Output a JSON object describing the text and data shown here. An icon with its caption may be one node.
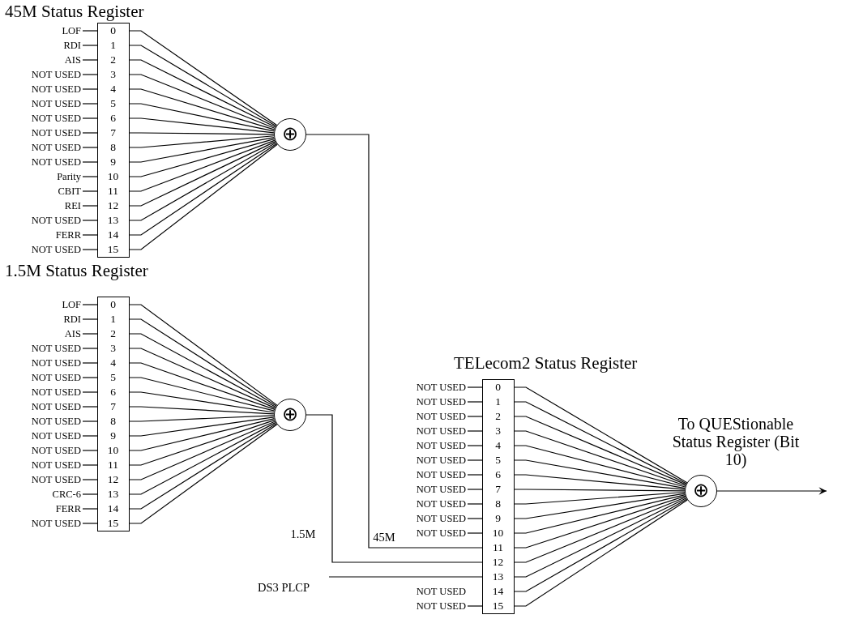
{
  "diagram": {
    "nodes": [
      {
        "text": [
          "45M Status Register"
        ]
      },
      {
        "text": [
          "0"
        ],
        "in": 0
      },
      {
        "text": [
          "1"
        ],
        "in": 0
      },
      {
        "text": [
          "2"
        ],
        "in": 0
      },
      {
        "text": [
          "3"
        ],
        "in": 0
      },
      {
        "text": [
          "4"
        ],
        "in": 0
      },
      {
        "text": [
          "5"
        ],
        "in": 0
      },
      {
        "text": [
          "6"
        ],
        "in": 0
      },
      {
        "text": [
          "7"
        ],
        "in": 0
      },
      {
        "text": [
          "8"
        ],
        "in": 0
      },
      {
        "text": [
          "9"
        ],
        "in": 0
      },
      {
        "text": [
          "10"
        ],
        "in": 0
      },
      {
        "text": [
          "11"
        ],
        "in": 0
      },
      {
        "text": [
          "12"
        ],
        "in": 0
      },
      {
        "text": [
          "13"
        ],
        "in": 0
      },
      {
        "text": [
          "14"
        ],
        "in": 0
      },
      {
        "text": [
          "15"
        ],
        "in": 0
      },
      {
        "text": [
          "LOF"
        ]
      },
      {
        "text": [
          "RDI"
        ]
      },
      {
        "text": [
          "AIS"
        ]
      },
      {
        "text": [
          "NOT USED"
        ]
      },
      {
        "text": [
          "NOT USED"
        ]
      },
      {
        "text": [
          "NOT USED"
        ]
      },
      {
        "text": [
          "NOT USED"
        ]
      },
      {
        "text": [
          "NOT USED"
        ]
      },
      {
        "text": [
          "NOT USED"
        ]
      },
      {
        "text": [
          "NOT USED"
        ]
      },
      {
        "text": [
          "Parity"
        ]
      },
      {
        "text": [
          "CBIT"
        ]
      },
      {
        "text": [
          "REI"
        ]
      },
      {
        "text": [
          "NOT USED"
        ]
      },
      {
        "text": [
          "FERR"
        ]
      },
      {
        "text": [
          "NOT USED"
        ]
      },
      {
        "text": [
          "⊕"
        ]
      },
      {
        "text": [
          "1.5M Status Register"
        ]
      },
      {
        "text": [
          "0"
        ],
        "in": 34
      },
      {
        "text": [
          "1"
        ],
        "in": 34
      },
      {
        "text": [
          "2"
        ],
        "in": 34
      },
      {
        "text": [
          "3"
        ],
        "in": 34
      },
      {
        "text": [
          "4"
        ],
        "in": 34
      },
      {
        "text": [
          "5"
        ],
        "in": 34
      },
      {
        "text": [
          "6"
        ],
        "in": 34
      },
      {
        "text": [
          "7"
        ],
        "in": 34
      },
      {
        "text": [
          "8"
        ],
        "in": 34
      },
      {
        "text": [
          "9"
        ],
        "in": 34
      },
      {
        "text": [
          "10"
        ],
        "in": 34
      },
      {
        "text": [
          "11"
        ],
        "in": 34
      },
      {
        "text": [
          "12"
        ],
        "in": 34
      },
      {
        "text": [
          "13"
        ],
        "in": 34
      },
      {
        "text": [
          "14"
        ],
        "in": 34
      },
      {
        "text": [
          "15"
        ],
        "in": 34
      },
      {
        "text": [
          "LOF"
        ]
      },
      {
        "text": [
          "RDI"
        ]
      },
      {
        "text": [
          "AIS"
        ]
      },
      {
        "text": [
          "NOT USED"
        ]
      },
      {
        "text": [
          "NOT USED"
        ]
      },
      {
        "text": [
          "NOT USED"
        ]
      },
      {
        "text": [
          "NOT USED"
        ]
      },
      {
        "text": [
          "NOT USED"
        ]
      },
      {
        "text": [
          "NOT USED"
        ]
      },
      {
        "text": [
          "NOT USED"
        ]
      },
      {
        "text": [
          "NOT USED"
        ]
      },
      {
        "text": [
          "NOT USED"
        ]
      },
      {
        "text": [
          "NOT USED"
        ]
      },
      {
        "text": [
          "CRC-6"
        ]
      },
      {
        "text": [
          "FERR"
        ]
      },
      {
        "text": [
          "NOT USED"
        ]
      },
      {
        "text": [
          "⊕"
        ]
      },
      {
        "text": [
          "TELecom2 Status Register"
        ]
      },
      {
        "text": [
          "0"
        ],
        "in": 68
      },
      {
        "text": [
          "1"
        ],
        "in": 68
      },
      {
        "text": [
          "2"
        ],
        "in": 68
      },
      {
        "text": [
          "3"
        ],
        "in": 68
      },
      {
        "text": [
          "4"
        ],
        "in": 68
      },
      {
        "text": [
          "5"
        ],
        "in": 68
      },
      {
        "text": [
          "6"
        ],
        "in": 68
      },
      {
        "text": [
          "7"
        ],
        "in": 68
      },
      {
        "text": [
          "8"
        ],
        "in": 68
      },
      {
        "text": [
          "9"
        ],
        "in": 68
      },
      {
        "text": [
          "10"
        ],
        "in": 68
      },
      {
        "text": [
          "11"
        ],
        "in": 68
      },
      {
        "text": [
          "12"
        ],
        "in": 68
      },
      {
        "text": [
          "13"
        ],
        "in": 68
      },
      {
        "text": [
          "14"
        ],
        "in": 68
      },
      {
        "text": [
          "15"
        ],
        "in": 68
      },
      {
        "text": [
          "NOT USED"
        ]
      },
      {
        "text": [
          "NOT USED"
        ]
      },
      {
        "text": [
          "NOT USED"
        ]
      },
      {
        "text": [
          "NOT USED"
        ]
      },
      {
        "text": [
          "NOT USED"
        ]
      },
      {
        "text": [
          "NOT USED"
        ]
      },
      {
        "text": [
          "NOT USED"
        ]
      },
      {
        "text": [
          "NOT USED"
        ]
      },
      {
        "text": [
          "NOT USED"
        ]
      },
      {
        "text": [
          "NOT USED"
        ]
      },
      {
        "text": [
          "NOT USED"
        ]
      },
      {
        "text": [
          "NOT USED"
        ]
      },
      {
        "text": [
          "DS3 PLCP"
        ]
      },
      {
        "text": [
          "⊕"
        ]
      }
    ],
    "edges": [
      {
        "from": 17,
        "to": 1,
        "arrow": "none"
      },
      {
        "from": 18,
        "to": 2,
        "arrow": "none"
      },
      {
        "from": 19,
        "to": 3,
        "arrow": "none"
      },
      {
        "from": 20,
        "to": 4,
        "arrow": "none"
      },
      {
        "from": 21,
        "to": 5,
        "arrow": "none"
      },
      {
        "from": 22,
        "to": 6,
        "arrow": "none"
      },
      {
        "from": 23,
        "to": 7,
        "arrow": "none"
      },
      {
        "from": 24,
        "to": 8,
        "arrow": "none"
      },
      {
        "from": 25,
        "to": 9,
        "arrow": "none"
      },
      {
        "from": 26,
        "to": 10,
        "arrow": "none"
      },
      {
        "from": 27,
        "to": 11,
        "arrow": "none"
      },
      {
        "from": 28,
        "to": 12,
        "arrow": "none"
      },
      {
        "from": 29,
        "to": 13,
        "arrow": "none"
      },
      {
        "from": 30,
        "to": 14,
        "arrow": "none"
      },
      {
        "from": 31,
        "to": 15,
        "arrow": "none"
      },
      {
        "from": 32,
        "to": 16,
        "arrow": "none"
      },
      {
        "from": 1,
        "to": 33,
        "arrow": "none"
      },
      {
        "from": 2,
        "to": 33,
        "arrow": "none"
      },
      {
        "from": 3,
        "to": 33,
        "arrow": "none"
      },
      {
        "from": 4,
        "to": 33,
        "arrow": "none"
      },
      {
        "from": 5,
        "to": 33,
        "arrow": "none"
      },
      {
        "from": 6,
        "to": 33,
        "arrow": "none"
      },
      {
        "from": 7,
        "to": 33,
        "arrow": "none"
      },
      {
        "from": 8,
        "to": 33,
        "arrow": "none"
      },
      {
        "from": 9,
        "to": 33,
        "arrow": "none"
      },
      {
        "from": 10,
        "to": 33,
        "arrow": "none"
      },
      {
        "from": 11,
        "to": 33,
        "arrow": "none"
      },
      {
        "from": 12,
        "to": 33,
        "arrow": "none"
      },
      {
        "from": 13,
        "to": 33,
        "arrow": "none"
      },
      {
        "from": 14,
        "to": 33,
        "arrow": "none"
      },
      {
        "from": 15,
        "to": 33,
        "arrow": "none"
      },
      {
        "from": 16,
        "to": 33,
        "arrow": "none"
      },
      {
        "from": 51,
        "to": 35,
        "arrow": "none"
      },
      {
        "from": 52,
        "to": 36,
        "arrow": "none"
      },
      {
        "from": 53,
        "to": 37,
        "arrow": "none"
      },
      {
        "from": 54,
        "to": 38,
        "arrow": "none"
      },
      {
        "from": 55,
        "to": 39,
        "arrow": "none"
      },
      {
        "from": 56,
        "to": 40,
        "arrow": "none"
      },
      {
        "from": 57,
        "to": 41,
        "arrow": "none"
      },
      {
        "from": 58,
        "to": 42,
        "arrow": "none"
      },
      {
        "from": 59,
        "to": 43,
        "arrow": "none"
      },
      {
        "from": 60,
        "to": 44,
        "arrow": "none"
      },
      {
        "from": 61,
        "to": 45,
        "arrow": "none"
      },
      {
        "from": 62,
        "to": 46,
        "arrow": "none"
      },
      {
        "from": 63,
        "to": 47,
        "arrow": "none"
      },
      {
        "from": 64,
        "to": 48,
        "arrow": "none"
      },
      {
        "from": 65,
        "to": 49,
        "arrow": "none"
      },
      {
        "from": 66,
        "to": 50,
        "arrow": "none"
      },
      {
        "from": 35,
        "to": 67,
        "arrow": "none"
      },
      {
        "from": 36,
        "to": 67,
        "arrow": "none"
      },
      {
        "from": 37,
        "to": 67,
        "arrow": "none"
      },
      {
        "from": 38,
        "to": 67,
        "arrow": "none"
      },
      {
        "from": 39,
        "to": 67,
        "arrow": "none"
      },
      {
        "from": 40,
        "to": 67,
        "arrow": "none"
      },
      {
        "from": 41,
        "to": 67,
        "arrow": "none"
      },
      {
        "from": 42,
        "to": 67,
        "arrow": "none"
      },
      {
        "from": 43,
        "to": 67,
        "arrow": "none"
      },
      {
        "from": 44,
        "to": 67,
        "arrow": "none"
      },
      {
        "from": 45,
        "to": 67,
        "arrow": "none"
      },
      {
        "from": 46,
        "to": 67,
        "arrow": "none"
      },
      {
        "from": 47,
        "to": 67,
        "arrow": "none"
      },
      {
        "from": 48,
        "to": 67,
        "arrow": "none"
      },
      {
        "from": 49,
        "to": 67,
        "arrow": "none"
      },
      {
        "from": 50,
        "to": 67,
        "arrow": "none"
      },
      {
        "from": 33,
        "to": 80,
        "arrow": "none",
        "label": "45M"
      },
      {
        "from": 67,
        "to": 81,
        "arrow": "none",
        "label": "1.5M"
      },
      {
        "from": 97,
        "to": 82,
        "arrow": "none"
      },
      {
        "from": 85,
        "to": 69,
        "arrow": "none"
      },
      {
        "from": 86,
        "to": 70,
        "arrow": "none"
      },
      {
        "from": 87,
        "to": 71,
        "arrow": "none"
      },
      {
        "from": 88,
        "to": 72,
        "arrow": "none"
      },
      {
        "from": 89,
        "to": 73,
        "arrow": "none"
      },
      {
        "from": 90,
        "to": 74,
        "arrow": "none"
      },
      {
        "from": 91,
        "to": 75,
        "arrow": "none"
      },
      {
        "from": 92,
        "to": 76,
        "arrow": "none"
      },
      {
        "from": 93,
        "to": 77,
        "arrow": "none"
      },
      {
        "from": 94,
        "to": 78,
        "arrow": "none"
      },
      {
        "from": 95,
        "to": 79,
        "arrow": "none"
      },
      {
        "from": 96,
        "to": 84,
        "arrow": "none"
      },
      {
        "from": 69,
        "to": 98,
        "arrow": "none"
      },
      {
        "from": 70,
        "to": 98,
        "arrow": "none"
      },
      {
        "from": 71,
        "to": 98,
        "arrow": "none"
      },
      {
        "from": 72,
        "to": 98,
        "arrow": "none"
      },
      {
        "from": 73,
        "to": 98,
        "arrow": "none"
      },
      {
        "from": 74,
        "to": 98,
        "arrow": "none"
      },
      {
        "from": 75,
        "to": 98,
        "arrow": "none"
      },
      {
        "from": 76,
        "to": 98,
        "arrow": "none"
      },
      {
        "from": 77,
        "to": 98,
        "arrow": "none"
      },
      {
        "from": 78,
        "to": 98,
        "arrow": "none"
      },
      {
        "from": 79,
        "to": 98,
        "arrow": "none"
      },
      {
        "from": 80,
        "to": 98,
        "arrow": "none"
      },
      {
        "from": 81,
        "to": 98,
        "arrow": "none"
      },
      {
        "from": 82,
        "to": 98,
        "arrow": "none"
      },
      {
        "from": 83,
        "to": 98,
        "arrow": "none"
      },
      {
        "from": 84,
        "to": 98,
        "arrow": "none"
      },
      {
        "from": 98,
        "to": null,
        "arrow": "to",
        "label": "To QUEStionable Status Register (Bit 10)"
      }
    ],
    "labels": [
      "NOT USED"
    ]
  }
}
